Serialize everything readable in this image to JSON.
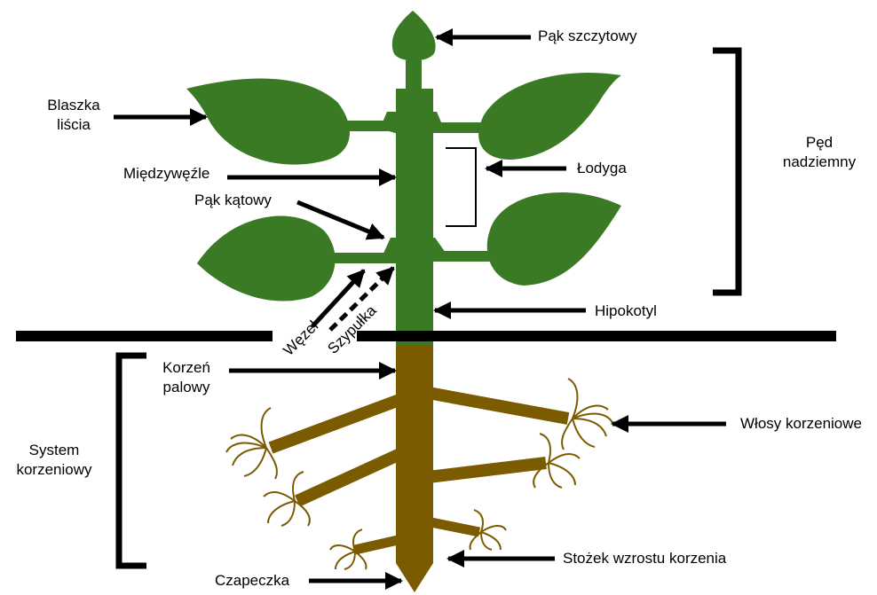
{
  "labels": {
    "terminal_bud": "Pąk szczytowy",
    "leaf_blade_line1": "Blaszka",
    "leaf_blade_line2": "liścia",
    "internode": "Międzywęźle",
    "axillary_bud": "Pąk kątowy",
    "stem": "Łodyga",
    "shoot_line1": "Pęd",
    "shoot_line2": "nadziemny",
    "hypocotyl": "Hipokotyl",
    "node": "Węzeł",
    "petiole": "Szypułka",
    "taproot_line1": "Korzeń",
    "taproot_line2": "palowy",
    "root_system_line1": "System",
    "root_system_line2": "korzeniowy",
    "root_hairs": "Włosy korzeniowe",
    "root_apex": "Stożek wzrostu korzenia",
    "root_cap": "Czapeczka"
  },
  "colors": {
    "shoot": "#3a7a25",
    "root": "#7a5b00",
    "line": "#000000"
  }
}
